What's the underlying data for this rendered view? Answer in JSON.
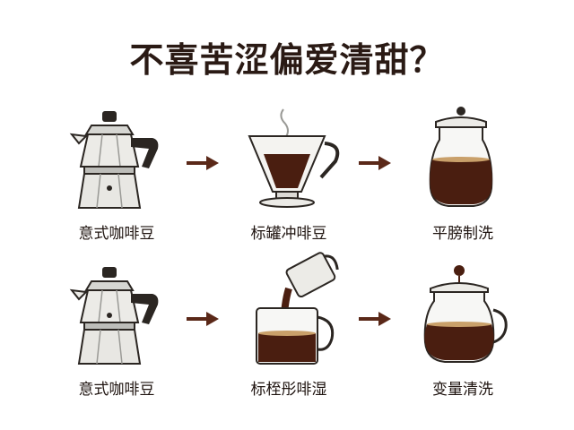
{
  "title": "不喜苦涩偏爱清甜？",
  "rows": [
    {
      "steps": [
        {
          "label": "意式咖啡豆"
        },
        {
          "label": "标罐冲啡豆"
        },
        {
          "label": "平膀制洗"
        }
      ]
    },
    {
      "steps": [
        {
          "label": "意式咖啡豆"
        },
        {
          "label": "标桎彤啡湿"
        },
        {
          "label": "变量清洗"
        }
      ]
    }
  ],
  "colors": {
    "coffee": "#4a1e10",
    "arrow": "#5a2818",
    "metal": "#e2e2df",
    "outline": "#2b2622"
  },
  "icons": [
    "moka-pot-icon",
    "pour-over-dripper-icon",
    "glass-server-icon",
    "pouring-mug-icon",
    "arrow-right-icon"
  ]
}
